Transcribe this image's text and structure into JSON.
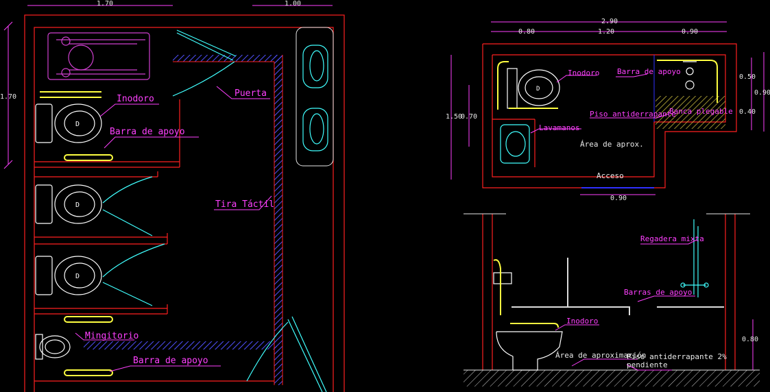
{
  "colors": {
    "background": "#000000",
    "walls": "#ff2020",
    "fixtures": "#40ffff",
    "grab_bars": "#ffff40",
    "labels": "#ff40ff",
    "dimensions": "#ff40ff",
    "hatch": "#5050ff",
    "text_light": "#e8e8e8"
  },
  "plan_left": {
    "dimensions": {
      "top_left": "1.70",
      "top_right": "1.00",
      "side": "1.70"
    },
    "labels": {
      "inodoro": "Inodoro",
      "barra_apoyo_1": "Barra de apoyo",
      "puerta": "Puerta",
      "tira_tactil": "Tira Táctil",
      "mingitorio": "Mingitorio",
      "barra_apoyo_2": "Barra de apoyo"
    }
  },
  "plan_right": {
    "dimensions": {
      "total": "2.90",
      "seg_1": "0.80",
      "seg_2": "1.20",
      "seg_3": "0.90",
      "height_1": "1.50",
      "height_2": "0.70",
      "right_1": "0.50",
      "right_2": "0.40",
      "right_total": "0.90",
      "access": "0.90"
    },
    "labels": {
      "inodoro": "Inodoro",
      "barra_apoyo": "Barra de apoyo",
      "piso": "Piso antiderrapante",
      "banca": "Banca plegable",
      "lavamanos": "Lavamanos",
      "area": "Área de aprox.",
      "acceso": "Acceso"
    }
  },
  "elevation": {
    "labels": {
      "regadera": "Regadera mixta",
      "barras": "Barras de apoyo",
      "inodoro": "Inodoro",
      "area": "Área de aproximación",
      "piso": "Piso antiderrapante 2%",
      "pendiente": "pendiente"
    },
    "dimensions": {
      "height": "0.80"
    }
  }
}
